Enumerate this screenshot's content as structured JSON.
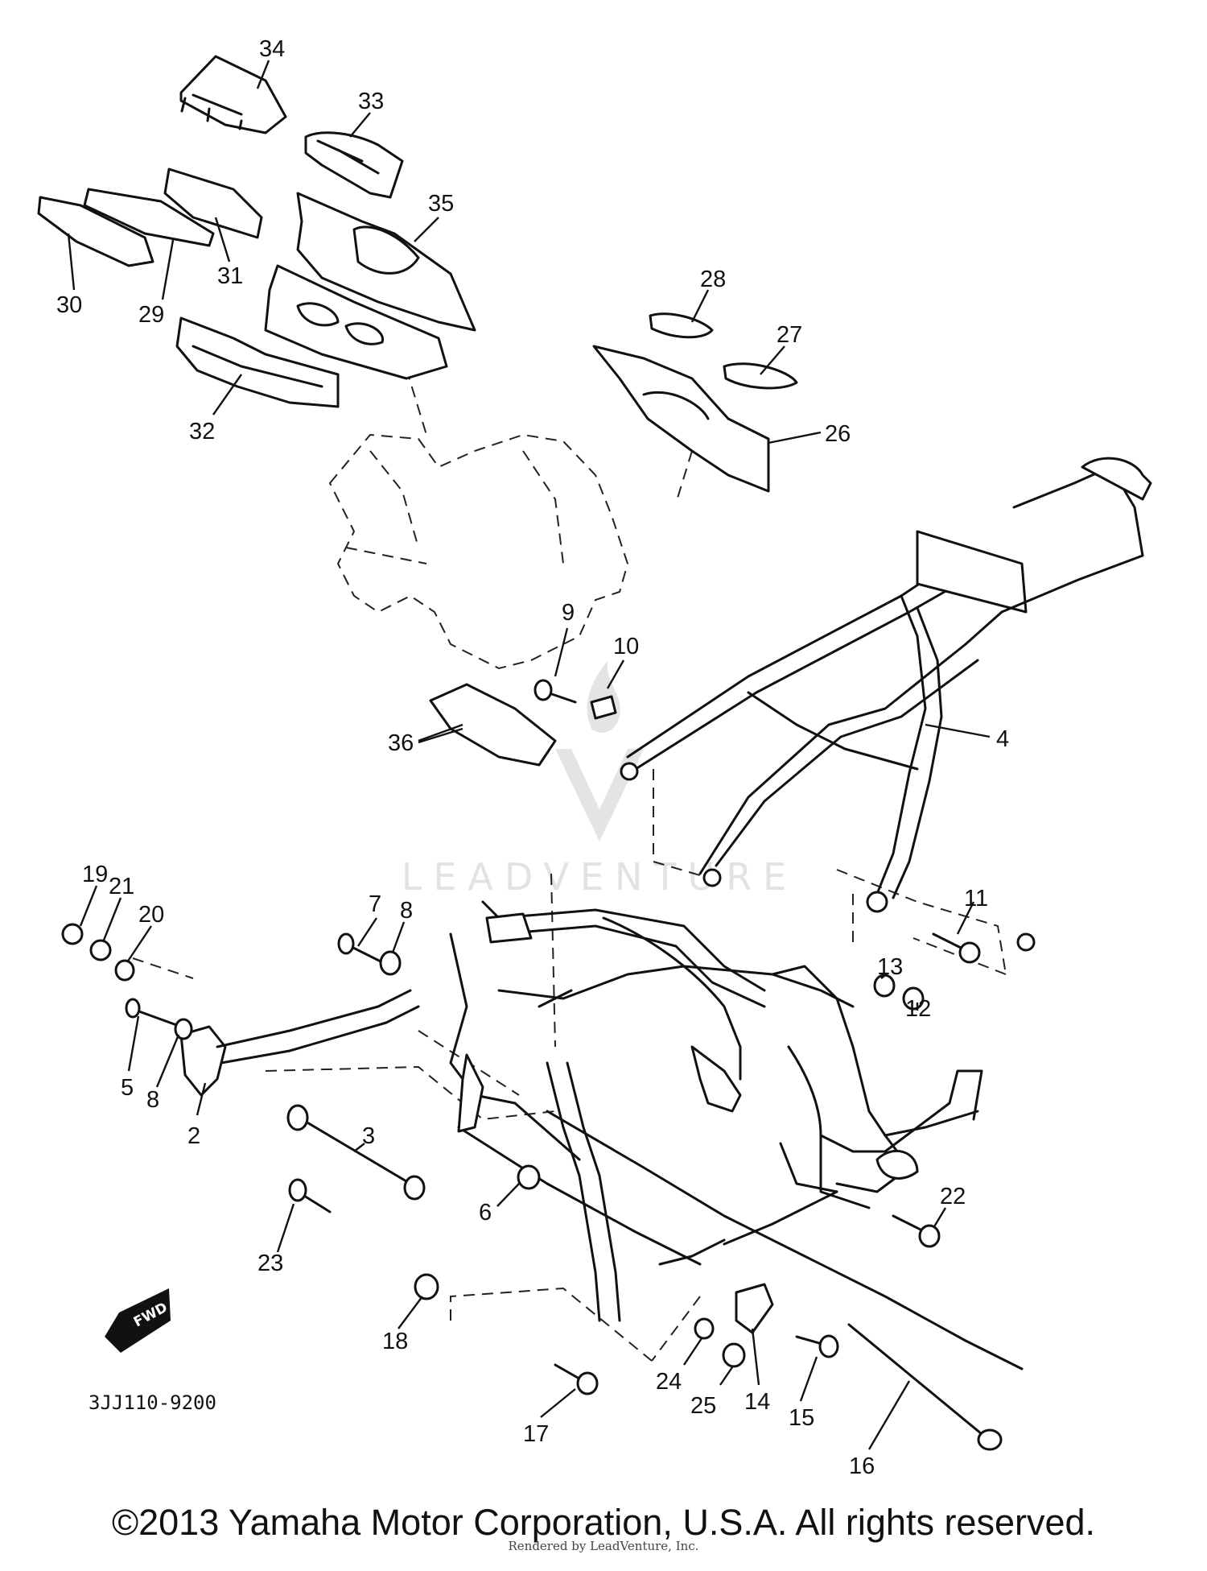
{
  "diagram": {
    "callouts": [
      "2",
      "3",
      "4",
      "5",
      "6",
      "7",
      "8",
      "8",
      "9",
      "10",
      "11",
      "12",
      "13",
      "14",
      "15",
      "16",
      "17",
      "18",
      "19",
      "20",
      "21",
      "22",
      "23",
      "24",
      "25",
      "26",
      "27",
      "28",
      "29",
      "30",
      "31",
      "32",
      "33",
      "34",
      "35",
      "36"
    ],
    "drawing_code": "3JJ110-9200",
    "direction_tag": "FWD",
    "watermark": "LEADVENTURE"
  },
  "footer": {
    "copyright": "©2013 Yamaha Motor Corporation, U.S.A. All rights reserved.",
    "rendered_by": "Rendered by LeadVenture, Inc."
  }
}
